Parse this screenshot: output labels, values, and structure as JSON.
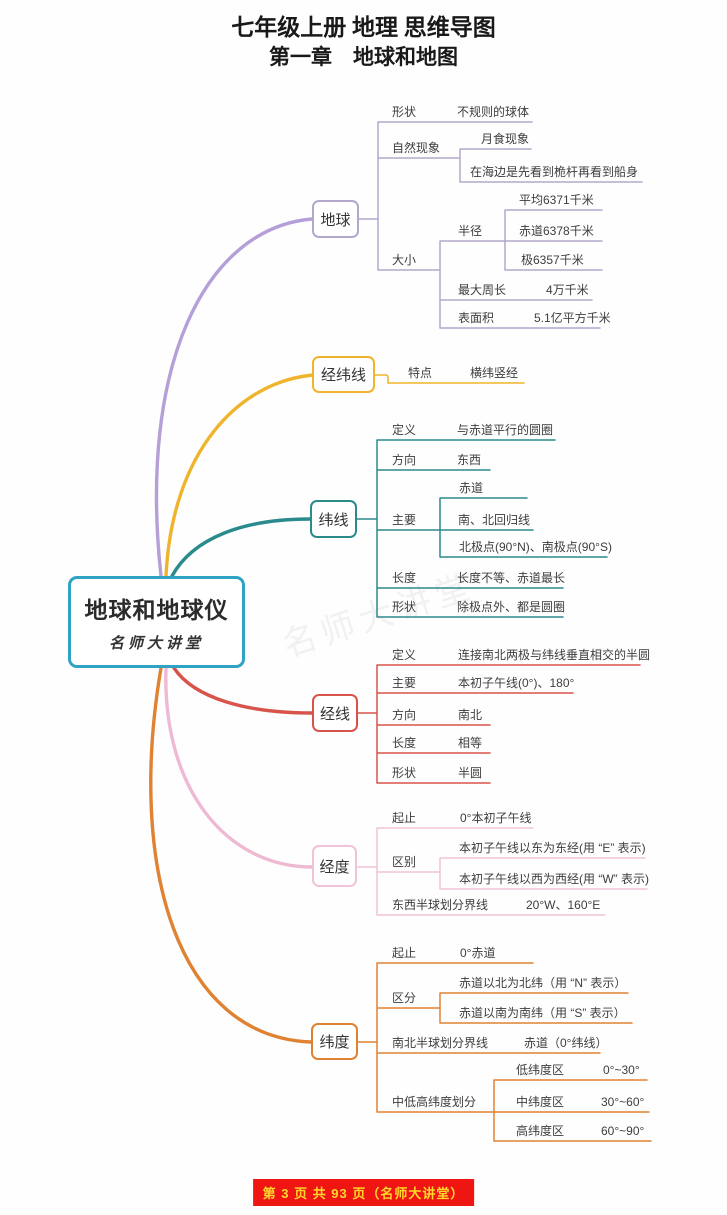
{
  "header": {
    "line1": "七年级上册 地理 思维导图",
    "line2": "第一章　地球和地图"
  },
  "center": {
    "title": "地球和地球仪",
    "subtitle": "名师大讲堂",
    "watermark": "名师大讲堂"
  },
  "branches": {
    "diqiu": {
      "label": "地球",
      "shape_label": "形状",
      "shape_value": "不规则的球体",
      "nature_label": "自然现象",
      "nature_item1": "月食现象",
      "nature_item2": "在海边是先看到桅杆再看到船身",
      "size_label": "大小",
      "radius_label": "半径",
      "radius_avg": "平均6371千米",
      "radius_equator": "赤道6378千米",
      "radius_polar": "极6357千米",
      "circumference_label": "最大周长",
      "circumference_value": "4万千米",
      "area_label": "表面积",
      "area_value": "5.1亿平方千米"
    },
    "jingweixian": {
      "label": "经纬线",
      "feature_label": "特点",
      "feature_value": "横纬竖经"
    },
    "weixian": {
      "label": "纬线",
      "def_label": "定义",
      "def_value": "与赤道平行的圆圈",
      "dir_label": "方向",
      "dir_value": "东西",
      "main_label": "主要",
      "main_item1": "赤道",
      "main_item2": "南、北回归线",
      "main_item3": "北极点(90°N)、南极点(90°S)",
      "len_label": "长度",
      "len_value": "长度不等、赤道最长",
      "shape_label": "形状",
      "shape_value": "除极点外、都是圆圈"
    },
    "jingxian": {
      "label": "经线",
      "def_label": "定义",
      "def_value": "连接南北两极与纬线垂直相交的半圆",
      "main_label": "主要",
      "main_value": "本初子午线(0°)、180°",
      "dir_label": "方向",
      "dir_value": "南北",
      "len_label": "长度",
      "len_value": "相等",
      "shape_label": "形状",
      "shape_value": "半圆"
    },
    "jingdu": {
      "label": "经度",
      "start_label": "起止",
      "start_value": "0°本初子午线",
      "diff_label": "区别",
      "diff_item1": "本初子午线以东为东经(用 “E” 表示)",
      "diff_item2": "本初子午线以西为西经(用 “W” 表示)",
      "boundary_label": "东西半球划分界线",
      "boundary_value": "20°W、160°E"
    },
    "weidu": {
      "label": "纬度",
      "start_label": "起止",
      "start_value": "0°赤道",
      "diff_label": "区分",
      "diff_item1": "赤道以北为北纬（用 “N” 表示）",
      "diff_item2": "赤道以南为南纬（用 “S” 表示）",
      "boundary_label": "南北半球划分界线",
      "boundary_value": "赤道（0°纬线）",
      "division_label": "中低高纬度划分",
      "low_label": "低纬度区",
      "low_value": "0°~30°",
      "mid_label": "中纬度区",
      "mid_value": "30°~60°",
      "high_label": "高纬度区",
      "high_value": "60°~90°"
    }
  },
  "footer": {
    "text": "第 3 页 共 93 页（名师大讲堂）"
  },
  "colors": {
    "diqiu": "#b3a7cc",
    "jingweixian": "#f0b42c",
    "weixian": "#2a8a8c",
    "jingxian": "#d8544b",
    "jingdu": "#f0c3d8",
    "weidu": "#df8232",
    "center_border": "#2fa3c4",
    "footer_bg": "#ee1512",
    "footer_text": "#ffd92a"
  }
}
